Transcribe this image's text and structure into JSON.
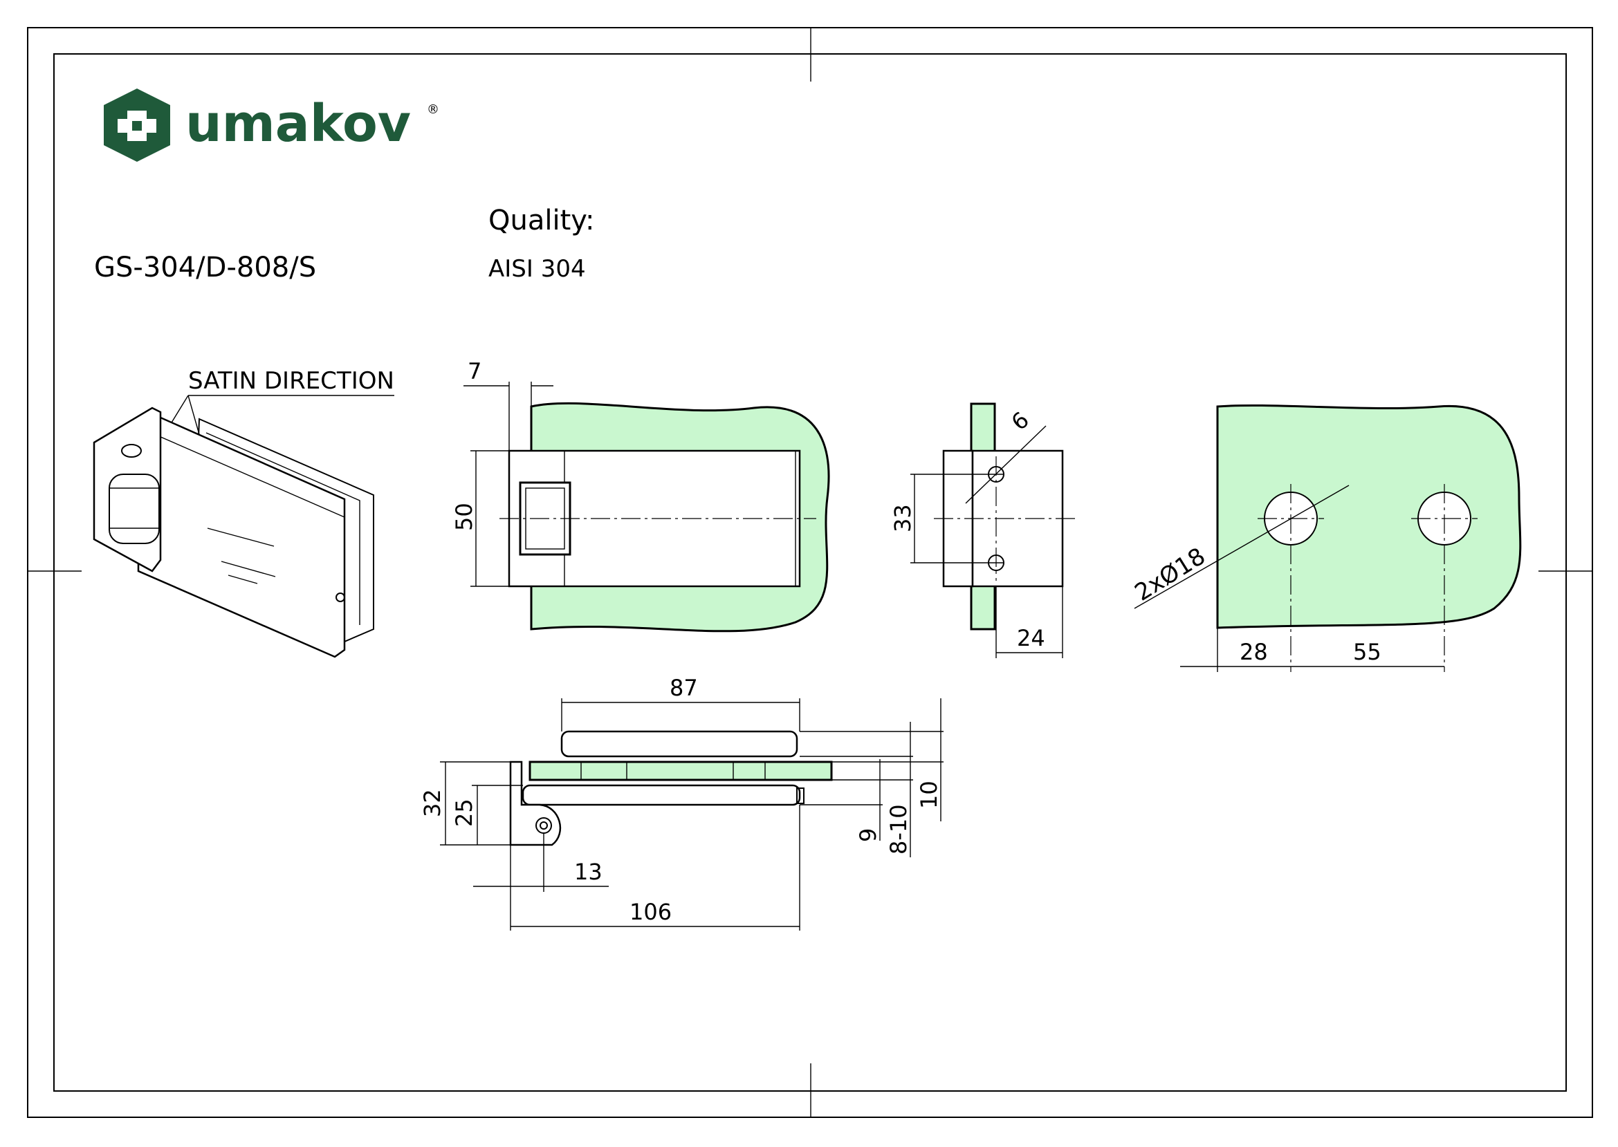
{
  "brand": {
    "name": "umakov",
    "mark": "®",
    "color": "#1f5a3a"
  },
  "product": {
    "code": "GS-304/D-808/S"
  },
  "quality": {
    "label": "Quality:",
    "value": "AISI 304"
  },
  "callouts": {
    "satin_direction": "SATIN DIRECTION"
  },
  "dimensions": {
    "front_gap": "7",
    "front_height": "50",
    "side_diameter": "6",
    "side_hole_spacing": "33",
    "side_depth": "24",
    "glass_hole_diameter": "2xØ18",
    "glass_edge_offset": "28",
    "glass_hole_spacing": "55",
    "bottom_plate_length": "87",
    "bottom_total_length": "106",
    "bottom_pin_offset": "13",
    "bottom_height_32": "32",
    "bottom_height_25": "25",
    "bottom_dim_9": "9",
    "bottom_glass_range": "8-10",
    "bottom_dim_10": "10"
  },
  "colors": {
    "glass": "#c9f7cf",
    "line": "#000000"
  }
}
